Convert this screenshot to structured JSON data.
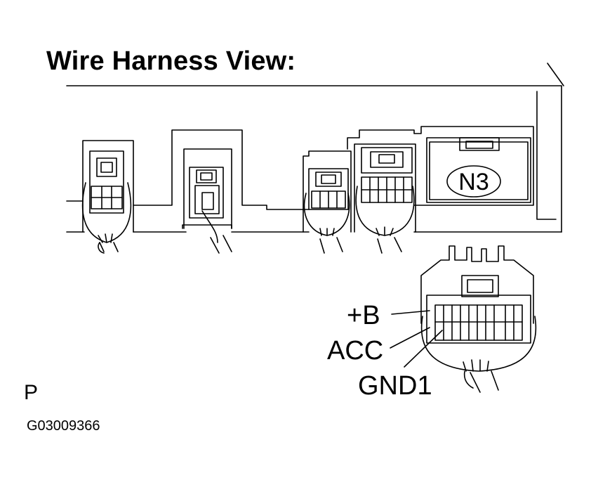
{
  "title": "Wire Harness View:",
  "connector_id": "N3",
  "pin_labels": {
    "plus_b": "+B",
    "acc": "ACC",
    "gnd1": "GND1"
  },
  "figure_letter": "P",
  "figure_code": "G03009366",
  "colors": {
    "line": "#000000",
    "background": "#ffffff"
  }
}
